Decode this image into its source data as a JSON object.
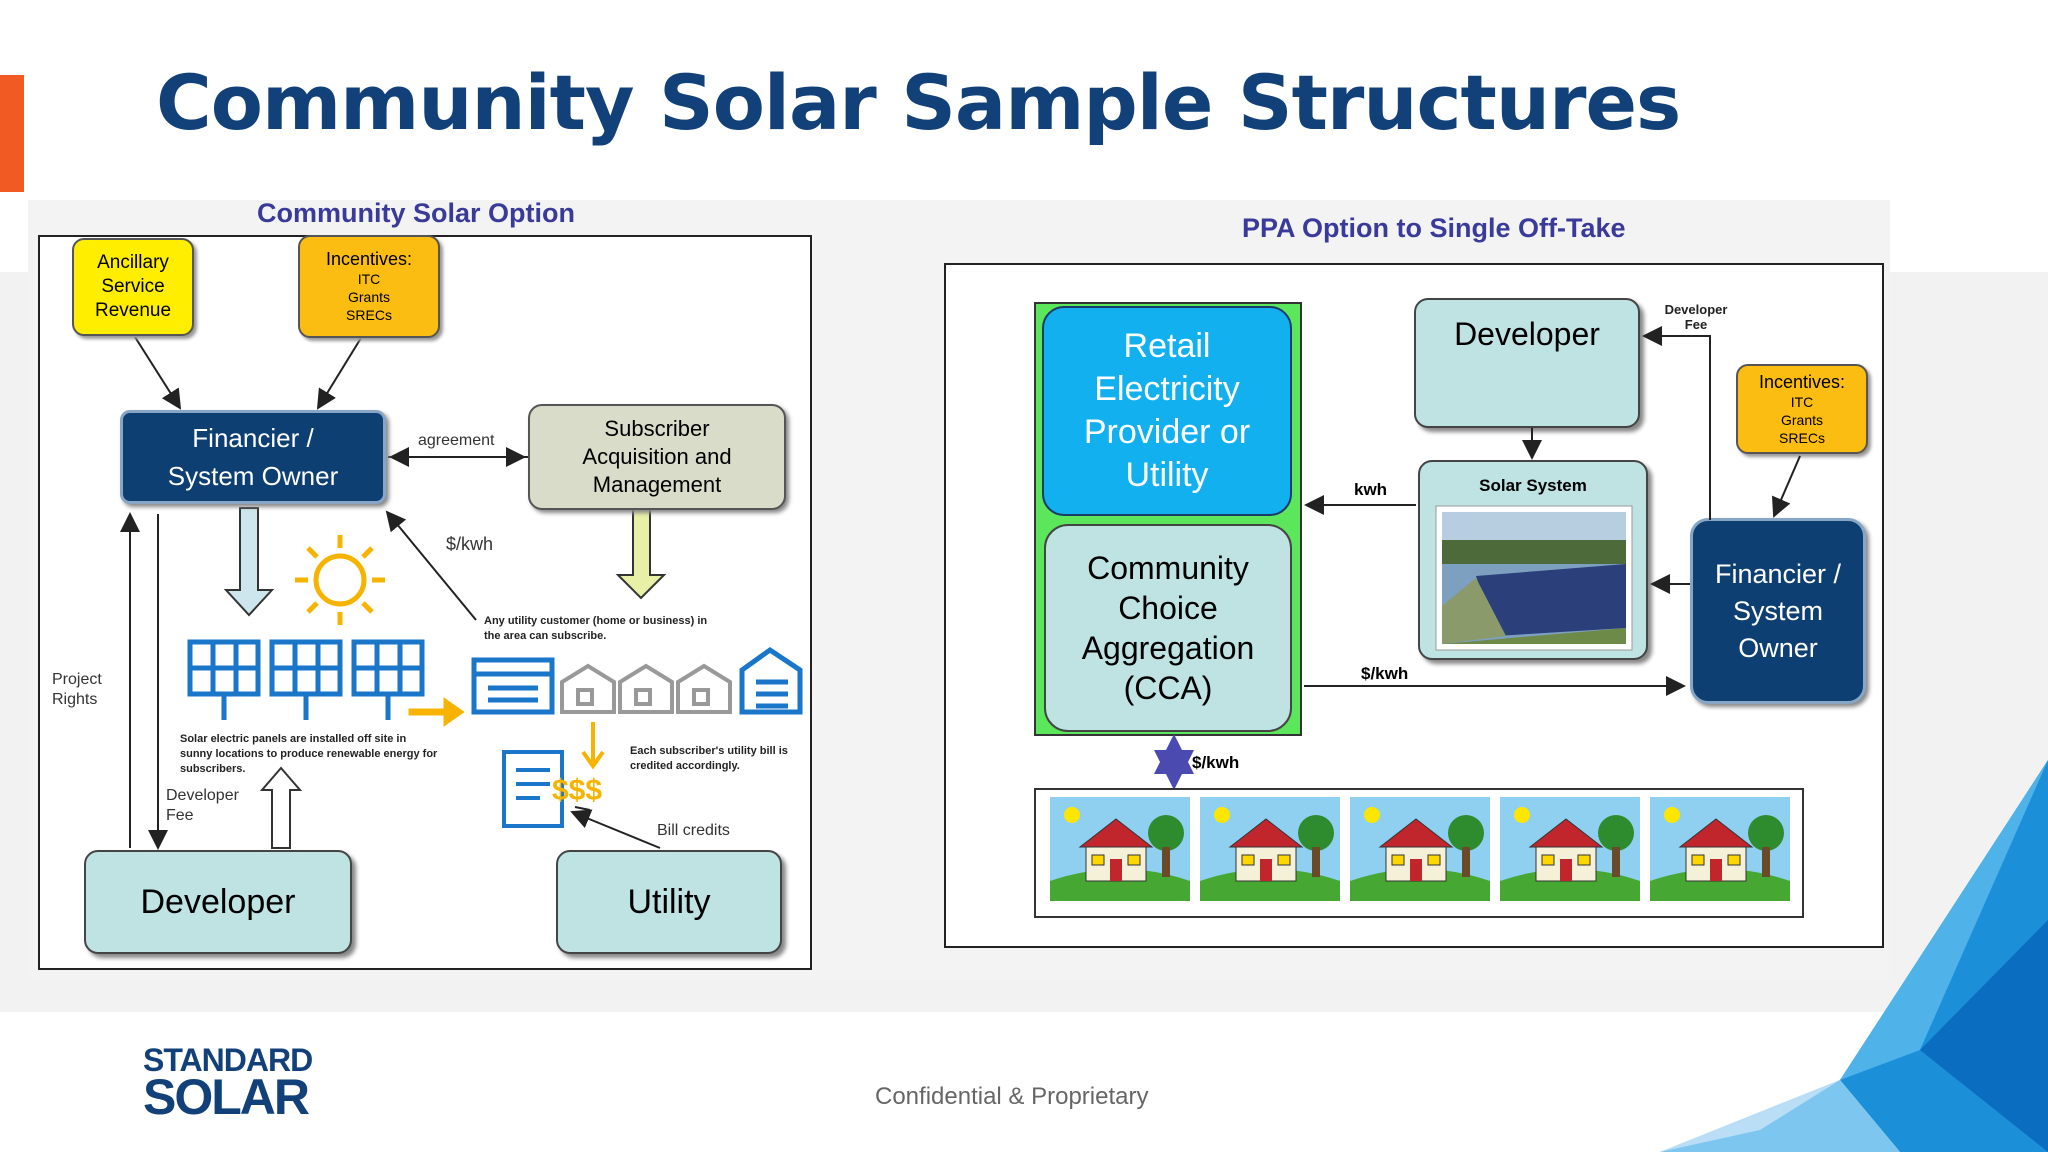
{
  "slide": {
    "title": "Community Solar Sample Structures",
    "footer": "Confidential & Proprietary"
  },
  "logo": {
    "line1": "STANDARD",
    "line2": "SOLAR"
  },
  "left_panel": {
    "title": "Community Solar Option",
    "ancillary": "Ancillary Service Revenue",
    "incentives_title": "Incentives:",
    "incentives_items": [
      "ITC",
      "Grants",
      "SRECs"
    ],
    "financier": "Financier / System Owner",
    "agreement": "agreement",
    "subscriber": "Subscriber Acquisition and Management",
    "per_kwh": "$/kwh",
    "any_customer": "Any utility customer (home or business) in the area can subscribe.",
    "panels_note": "Solar electric panels are installed off site in sunny locations to produce renewable energy for subscribers.",
    "credit_note": "Each subscriber's utility bill is credited accordingly.",
    "dollars": "$$$",
    "project_rights": "Project Rights",
    "developer_fee": "Developer Fee",
    "bill_credits": "Bill credits",
    "developer": "Developer",
    "utility": "Utility"
  },
  "right_panel": {
    "title": "PPA Option to Single Off-Take",
    "retail": "Retail Electricity Provider or Utility",
    "cca": "Community Choice Aggregation (CCA)",
    "developer": "Developer",
    "developer_fee": "Developer Fee",
    "incentives_title": "Incentives:",
    "incentives_items": [
      "ITC",
      "Grants",
      "SRECs"
    ],
    "solar_system": "Solar System",
    "kwh": "kwh",
    "per_kwh_1": "$/kwh",
    "per_kwh_2": "$/kwh",
    "financier": "Financier / System Owner"
  },
  "colors": {
    "title": "#12417a",
    "accent": "#f15a22",
    "navy": "#0d3f73",
    "cyan": "#12b0ef",
    "yellow": "#ffee00",
    "orange": "#fbbd12",
    "teal": "#bfe3e3"
  }
}
